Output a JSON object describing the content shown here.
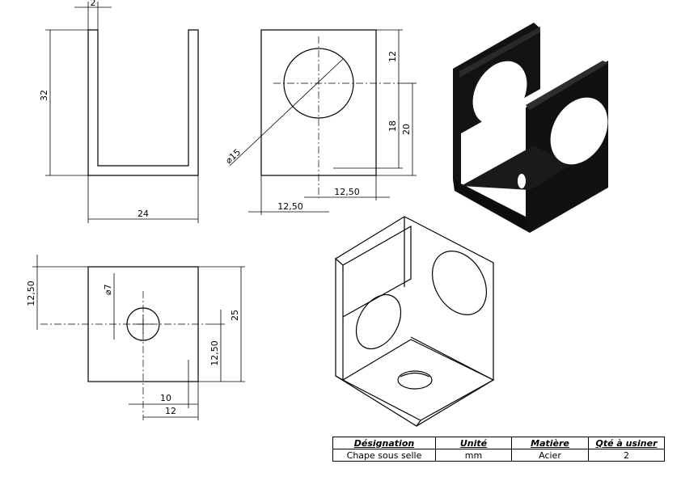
{
  "dims": {
    "front_top": "2",
    "front_height": "32",
    "front_width": "24",
    "right_top": "12",
    "right_mid": "18",
    "right_total": "20",
    "hole_diam": "⌀15",
    "hole_x_right": "12,50",
    "hole_x_left": "12,50",
    "bottom_left": "12,50",
    "bottom_hole": "⌀7",
    "bottom_right_tall": "25",
    "bottom_right_short": "12,50",
    "bottom_10": "10",
    "bottom_12": "12"
  },
  "bom": {
    "headers": [
      "Désignation",
      "Unité",
      "Matière",
      "Qté à usiner"
    ],
    "row": [
      "Chape sous selle",
      "mm",
      "Acier",
      "2"
    ]
  }
}
